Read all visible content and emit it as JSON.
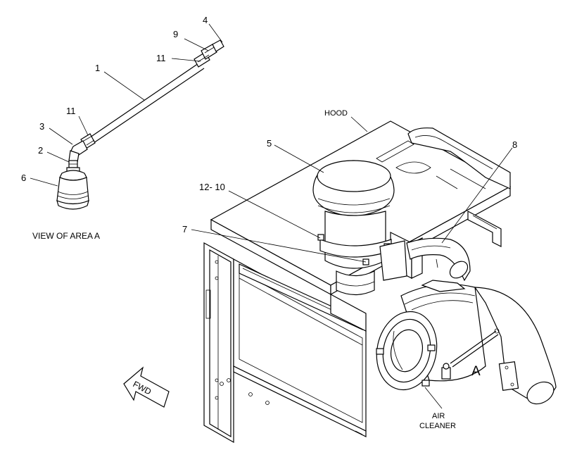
{
  "callouts": {
    "c1": "1",
    "c2": "2",
    "c3": "3",
    "c4": "4",
    "c5": "5",
    "c6": "6",
    "c7": "7",
    "c8": "8",
    "c9": "9",
    "c11a": "11",
    "c11b": "11",
    "c12_10": "12- 10"
  },
  "labels": {
    "hood": "HOOD",
    "view_of_area": "VIEW OF AREA  A",
    "area_marker": "A",
    "fwd": "FWD",
    "air_cleaner_line1": "AIR",
    "air_cleaner_line2": "CLEANER"
  }
}
